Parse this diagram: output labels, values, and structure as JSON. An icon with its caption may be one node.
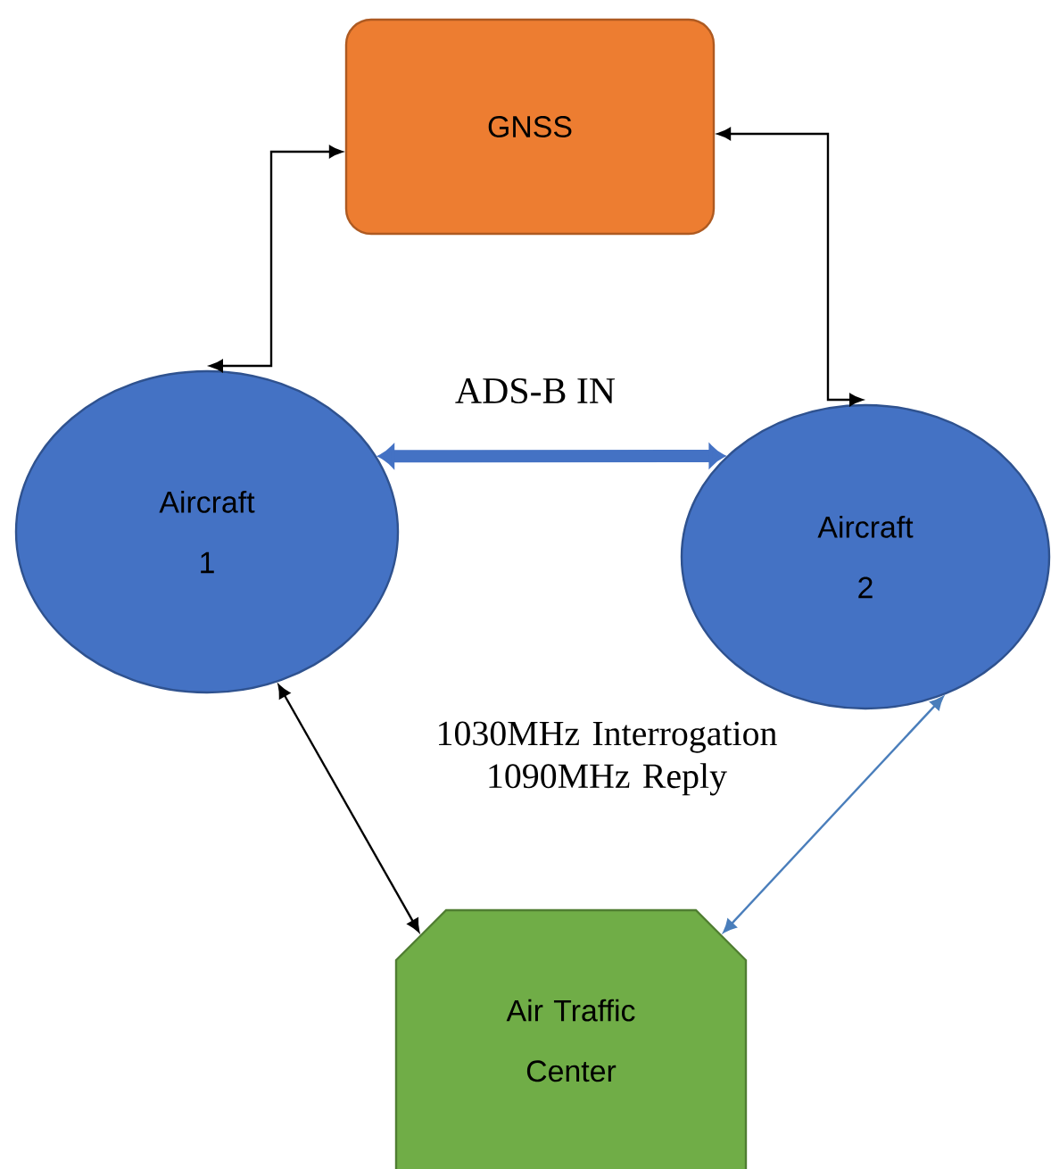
{
  "diagram": {
    "nodes": [
      {
        "text": [
          "GNSS"
        ]
      },
      {
        "text": [
          "Aircraft 1"
        ]
      },
      {
        "text": [
          "Aircraft 2"
        ]
      },
      {
        "text": [
          "Air Traffic Center"
        ]
      }
    ],
    "edges": [
      {
        "from": 1,
        "to": 0,
        "arrow": "both"
      },
      {
        "from": 2,
        "to": 0,
        "arrow": "both"
      },
      {
        "from": 1,
        "to": 2,
        "arrow": "both",
        "label": "ADS-B IN",
        "style": "thick",
        "color": "#4472c4"
      },
      {
        "from": 1,
        "to": 3,
        "arrow": "both"
      },
      {
        "from": 2,
        "to": 3,
        "arrow": "both",
        "color": "#4a7ebb"
      }
    ],
    "labels": [
      "1030MHz Interrogation 1090MHz Reply"
    ]
  }
}
